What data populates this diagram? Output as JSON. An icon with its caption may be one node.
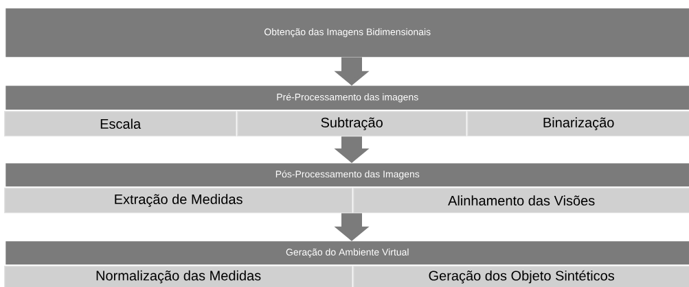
{
  "diagram": {
    "nodes": [
      {
        "text": [
          "Obtenção das Imagens Bidimensionais"
        ]
      },
      {
        "text": [
          "Pré-Processamento das imagens"
        ]
      },
      {
        "text": [
          "Escala"
        ]
      },
      {
        "text": [
          "Subtração"
        ]
      },
      {
        "text": [
          "Binarização"
        ]
      },
      {
        "text": [
          "Pós-Processamento das Imagens"
        ]
      },
      {
        "text": [
          "Extração de Medidas"
        ]
      },
      {
        "text": [
          "Alinhamento das Visões"
        ]
      },
      {
        "text": [
          "Geração do Ambiente Virtual"
        ]
      },
      {
        "text": [
          "Normalização das Medidas"
        ]
      },
      {
        "text": [
          "Geração  dos Objeto Sintéticos"
        ]
      }
    ],
    "edges": [
      {
        "from": 0,
        "to": 1,
        "arrow": "to"
      },
      {
        "from": 3,
        "to": 5,
        "arrow": "to"
      },
      {
        "from": 6,
        "to": 8,
        "arrow": "to"
      }
    ]
  }
}
